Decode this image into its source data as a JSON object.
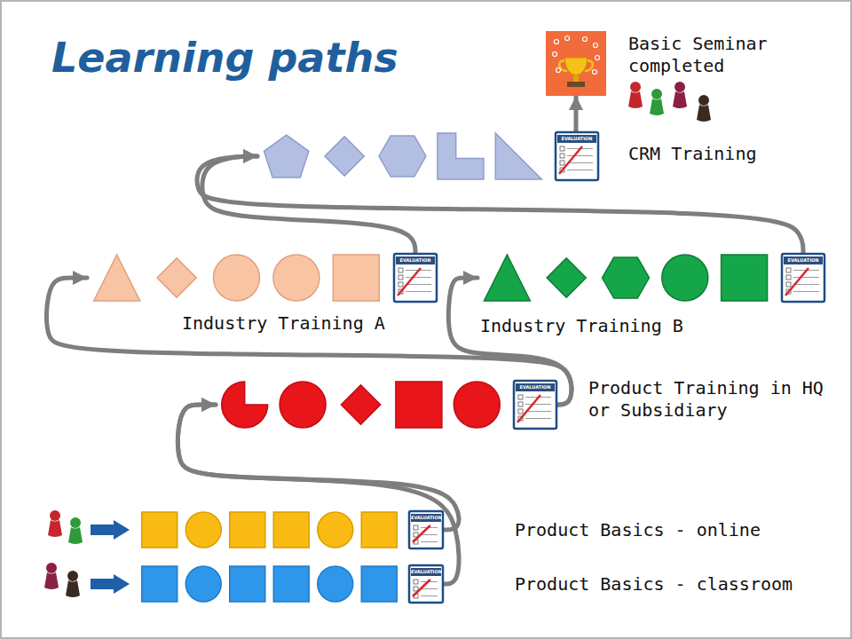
{
  "diagram": {
    "title": "Learning paths",
    "nodes": [
      {
        "text": [
          "Basic Seminar completed"
        ]
      },
      {
        "text": [
          "CRM Training"
        ]
      },
      {
        "text": [
          "Industry Training A"
        ]
      },
      {
        "text": [
          "Industry Training B"
        ]
      },
      {
        "text": [
          "Product Training in HQ or Subsidiary"
        ]
      },
      {
        "text": [
          "Product Basics - online"
        ]
      },
      {
        "text": [
          "Product Basics - classroom"
        ]
      }
    ],
    "edges": [
      {
        "from": 1,
        "to": 0,
        "arrow": "to"
      },
      {
        "from": 2,
        "to": 1,
        "arrow": "to"
      },
      {
        "from": 3,
        "to": 1,
        "arrow": "to"
      },
      {
        "from": 4,
        "to": 2,
        "arrow": "to"
      },
      {
        "from": 4,
        "to": 3,
        "arrow": "to"
      },
      {
        "from": 5,
        "to": 4,
        "arrow": "to"
      },
      {
        "from": 6,
        "to": 4,
        "arrow": "to"
      }
    ],
    "labels": [
      "EVALUATION",
      "EVALUATION",
      "EVALUATION",
      "EVALUATION",
      "EVALUATION",
      "EVALUATION"
    ]
  }
}
